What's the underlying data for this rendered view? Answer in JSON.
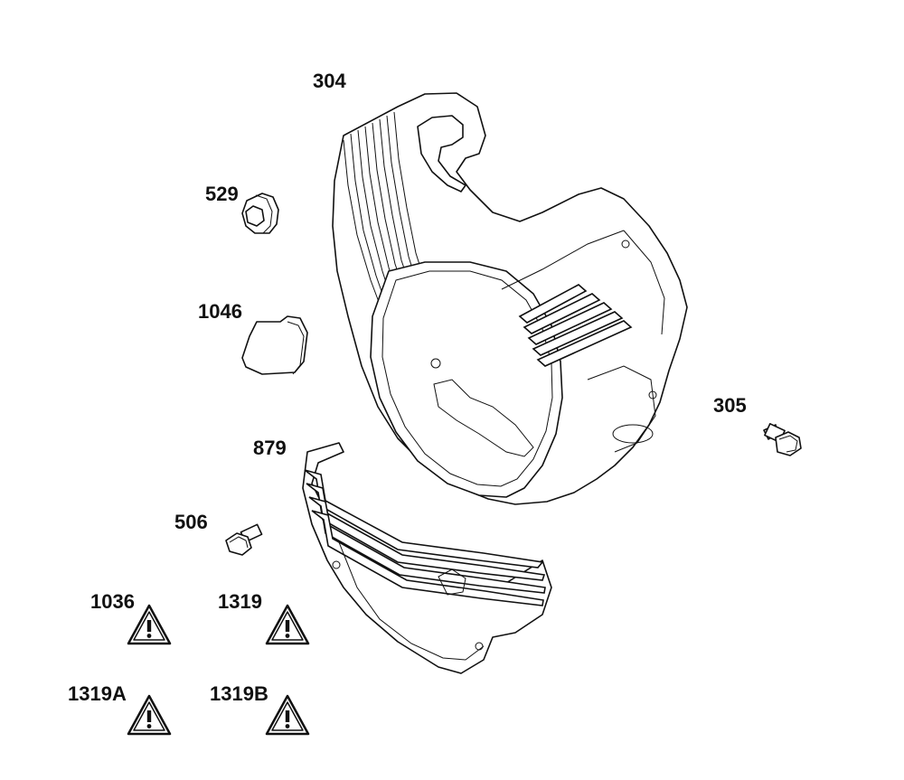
{
  "diagram": {
    "parts": [
      {
        "id": "blower-housing",
        "label": "304"
      },
      {
        "id": "bolt-right",
        "label": "305"
      },
      {
        "id": "grommet",
        "label": "529"
      },
      {
        "id": "pad",
        "label": "1046"
      },
      {
        "id": "shield",
        "label": "879"
      },
      {
        "id": "bolt-left",
        "label": "506"
      }
    ],
    "warnings": [
      {
        "id": "warning-1036",
        "label": "1036"
      },
      {
        "id": "warning-1319",
        "label": "1319"
      },
      {
        "id": "warning-1319a",
        "label": "1319A"
      },
      {
        "id": "warning-1319b",
        "label": "1319B"
      }
    ],
    "icons": {
      "warning": "warning-triangle-icon",
      "bolt": "hex-bolt-icon",
      "grommet": "grommet-icon"
    }
  }
}
